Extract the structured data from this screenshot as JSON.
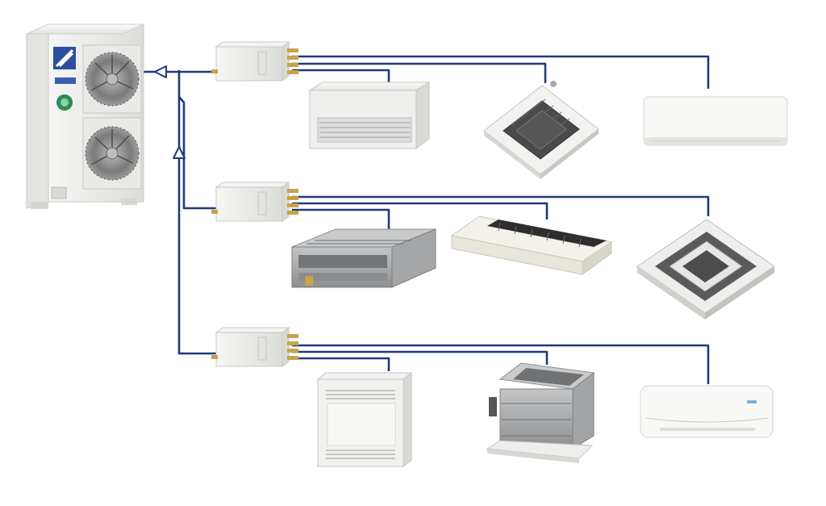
{
  "diagram": {
    "kind": "multi-split air conditioning system",
    "colors": {
      "pipe": "#1f3a7a",
      "unit_body": "#eeeeec",
      "unit_shade": "#cfcfcc",
      "dark_grille": "#3c3c3c",
      "fan": "#6b6b6b",
      "metal": "#9a9c9e",
      "brass": "#c9a24a",
      "logo_blue": "#2c4f9e",
      "badge_green": "#2e8b57"
    },
    "outdoor_unit": {
      "name": "outdoor-unit",
      "fans": 2,
      "icon": "fan-icon"
    },
    "branch_boxes": [
      {
        "name": "branch-box-1",
        "ports": 3
      },
      {
        "name": "branch-box-2",
        "ports": 3
      },
      {
        "name": "branch-box-3",
        "ports": 3
      }
    ],
    "indoor_units": [
      {
        "row": 1,
        "type": "floor-ceiling-unit"
      },
      {
        "row": 1,
        "type": "small-cassette-unit"
      },
      {
        "row": 1,
        "type": "wall-mounted-unit"
      },
      {
        "row": 2,
        "type": "ducted-unit"
      },
      {
        "row": 2,
        "type": "ceiling-suspended-unit"
      },
      {
        "row": 2,
        "type": "round-flow-cassette-unit"
      },
      {
        "row": 3,
        "type": "floor-standing-unit"
      },
      {
        "row": 3,
        "type": "high-static-ducted-unit"
      },
      {
        "row": 3,
        "type": "wall-mounted-unit"
      }
    ]
  }
}
